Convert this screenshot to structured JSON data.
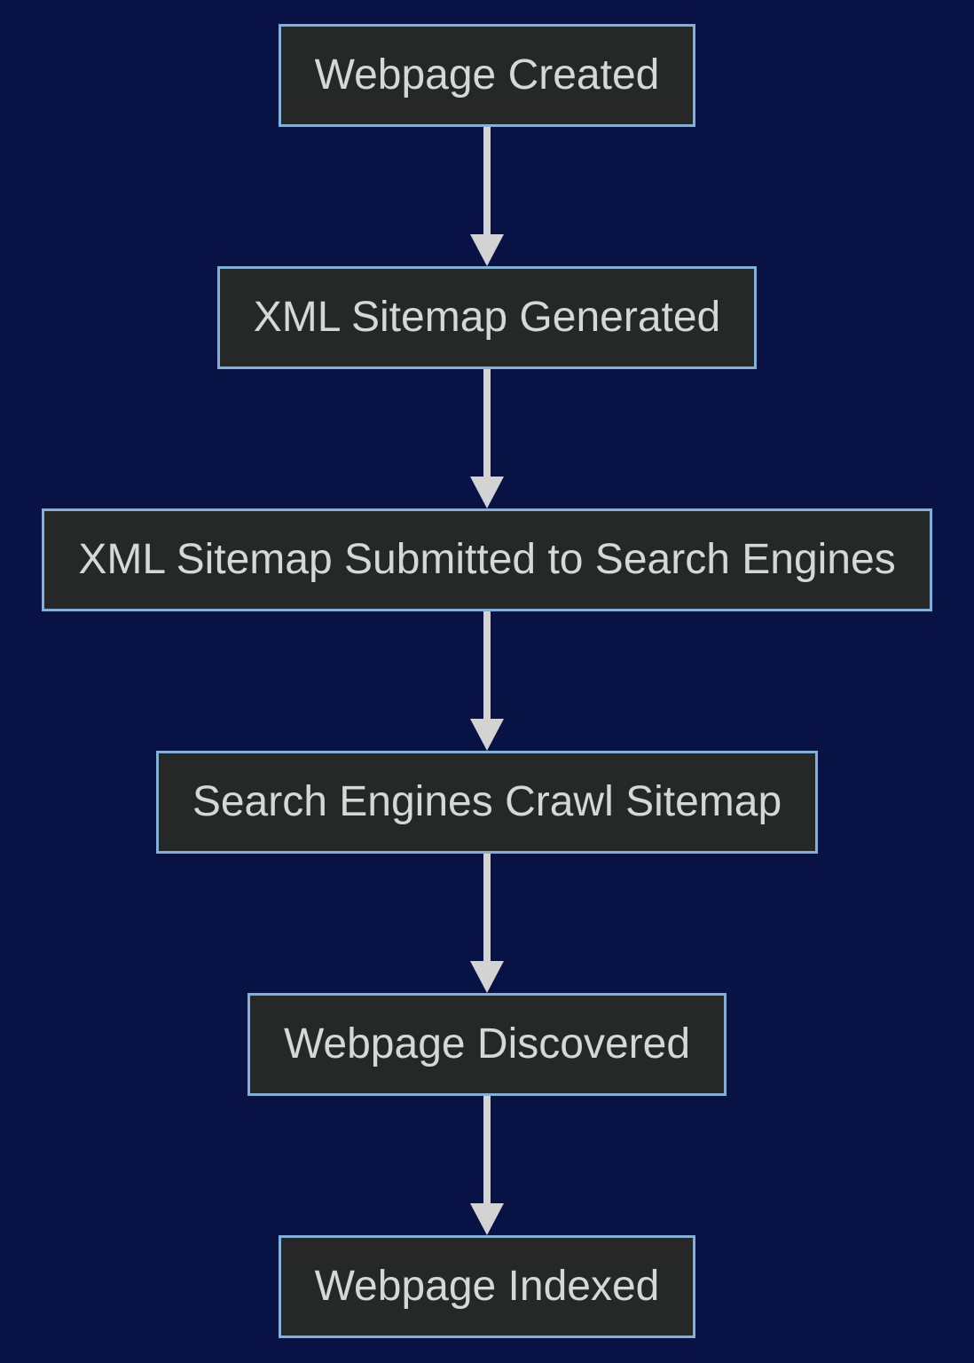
{
  "diagram": {
    "type": "flowchart",
    "direction": "top-down",
    "nodes": [
      {
        "id": "n1",
        "label": "Webpage Created"
      },
      {
        "id": "n2",
        "label": "XML Sitemap Generated"
      },
      {
        "id": "n3",
        "label": "XML Sitemap Submitted to Search Engines"
      },
      {
        "id": "n4",
        "label": "Search Engines Crawl Sitemap"
      },
      {
        "id": "n5",
        "label": "Webpage Discovered"
      },
      {
        "id": "n6",
        "label": "Webpage Indexed"
      }
    ],
    "edges": [
      {
        "from": "n1",
        "to": "n2",
        "label": ""
      },
      {
        "from": "n2",
        "to": "n3",
        "label": ""
      },
      {
        "from": "n3",
        "to": "n4",
        "label": ""
      },
      {
        "from": "n4",
        "to": "n5",
        "label": ""
      },
      {
        "from": "n5",
        "to": "n6",
        "label": ""
      }
    ],
    "colors": {
      "background": "#081245",
      "node_fill": "#262827",
      "node_border": "#81b0d9",
      "node_text": "#d6d7d7",
      "arrow": "#d3d3d3"
    }
  }
}
